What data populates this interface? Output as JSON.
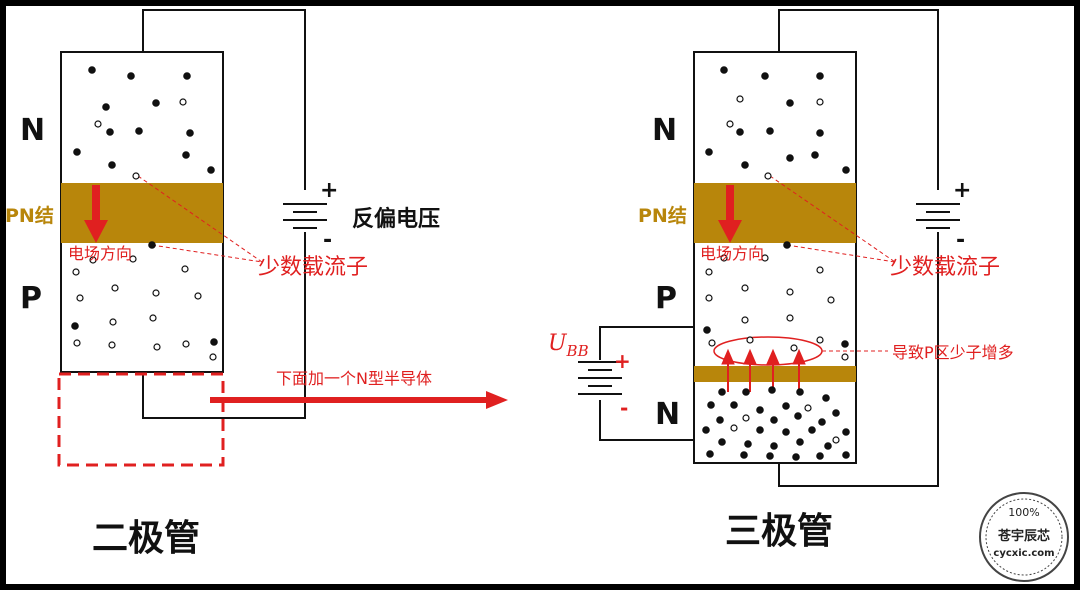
{
  "left": {
    "label_n": "N",
    "label_p": "P",
    "label_pn": "PN结",
    "label_field": "电场方向",
    "label_minority": "少数载流子",
    "label_voltage": "反偏电压",
    "label_add": "下面加一个N型半导体",
    "title": "二极管"
  },
  "right": {
    "label_n_top": "N",
    "label_p": "P",
    "label_n_bottom": "N",
    "label_pn": "PN结",
    "label_field": "电场方向",
    "label_minority": "少数载流子",
    "label_increase": "导致P区少子增多",
    "label_ubb_main": "U",
    "label_ubb_sub": "BB",
    "title": "三极管"
  },
  "battery": {
    "plus": "+",
    "minus": "-"
  },
  "watermark": {
    "percent": "100%",
    "name": "苍宇辰芯",
    "site": "cycxic.com"
  },
  "colors": {
    "junction": "#b8860b",
    "arrow": "#e02020",
    "annotation": "#e02020",
    "pn_label": "#b8860b"
  }
}
